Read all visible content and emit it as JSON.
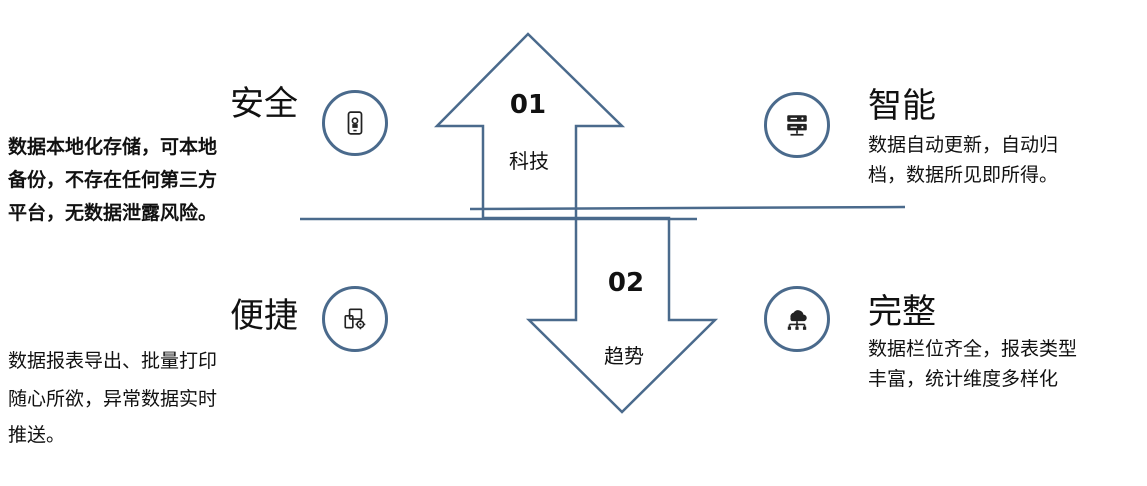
{
  "arrows": {
    "up": {
      "number": "01",
      "label": "科技"
    },
    "down": {
      "number": "02",
      "label": "趋势"
    }
  },
  "features": {
    "security": {
      "title": "安全",
      "lines": [
        "数据本地化存储，可本地",
        "备份，不存在任何第三方",
        "平台，无数据泄露风险。"
      ],
      "icon": "mobile-lock-icon"
    },
    "smart": {
      "title": "智能",
      "lines": [
        "数据自动更新，自动归",
        "档，数据所见即所得。"
      ],
      "icon": "server-icon"
    },
    "convenient": {
      "title": "便捷",
      "lines": [
        "数据报表导出、批量打印",
        "随心所欲，异常数据实时",
        "推送。"
      ],
      "icon": "devices-settings-icon"
    },
    "complete": {
      "title": "完整",
      "lines": [
        "数据栏位齐全，报表类型",
        "丰富，统计维度多样化"
      ],
      "icon": "cloud-network-icon"
    }
  },
  "colors": {
    "outline": "#4a6a8c",
    "text": "#111111",
    "background": "#ffffff"
  }
}
